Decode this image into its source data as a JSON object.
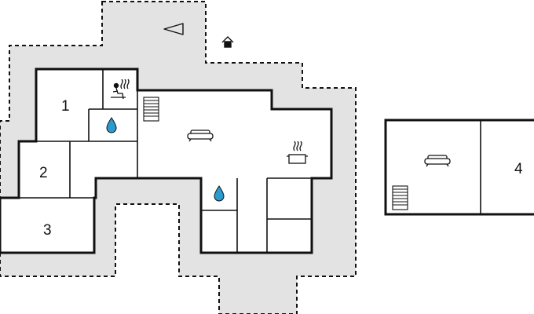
{
  "floor_plan": {
    "rooms": [
      {
        "id": "room-1",
        "number": "1"
      },
      {
        "id": "room-2",
        "number": "2"
      },
      {
        "id": "room-3",
        "number": "3"
      },
      {
        "id": "room-4",
        "number": "4"
      }
    ],
    "icons": [
      "compass-arrow-icon",
      "house-icon",
      "sauna-icon",
      "water-drop-icon",
      "stairs-icon",
      "sofa-icon",
      "cooking-pot-icon"
    ]
  },
  "colors": {
    "wall": "#111111",
    "terrace": "#e3e3e3",
    "water": "#2a9ad0",
    "background": "#ffffff"
  }
}
